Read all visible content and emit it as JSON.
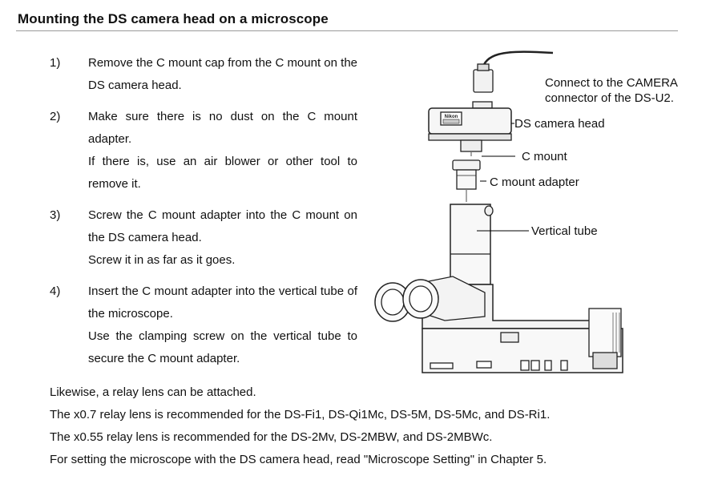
{
  "heading": "Mounting the DS camera head on a microscope",
  "steps": [
    {
      "num": "1)",
      "lines": [
        "Remove the C mount cap from the C mount on the DS camera head."
      ]
    },
    {
      "num": "2)",
      "lines": [
        "Make sure there is no dust on the C mount adapter.",
        "If there is, use an air blower or other tool to remove it."
      ]
    },
    {
      "num": "3)",
      "lines": [
        "Screw the C mount adapter into the C mount on the DS camera head.",
        "Screw it in as far as it goes."
      ]
    },
    {
      "num": "4)",
      "lines": [
        "Insert the C mount adapter into the vertical tube of the microscope.",
        "Use the clamping screw on the vertical tube to secure the C mount adapter."
      ]
    }
  ],
  "callouts": {
    "camera_connector_1": "Connect to the CAMERA",
    "camera_connector_2": "connector of the DS-U2.",
    "camera_head": "DS camera head",
    "c_mount": "C mount",
    "c_mount_adapter": "C mount adapter",
    "vertical_tube": "Vertical tube"
  },
  "camera_brand": "Nikon",
  "footer": [
    "Likewise, a relay lens can be attached.",
    "The x0.7 relay lens is recommended for the DS-Fi1, DS-Qi1Mc, DS-5M, DS-5Mc, and DS-Ri1.",
    "The x0.55 relay lens is recommended for the DS-2Mv, DS-2MBW, and DS-2MBWc.",
    "For setting the microscope with the DS camera head, read \"Microscope Setting\" in Chapter 5."
  ]
}
